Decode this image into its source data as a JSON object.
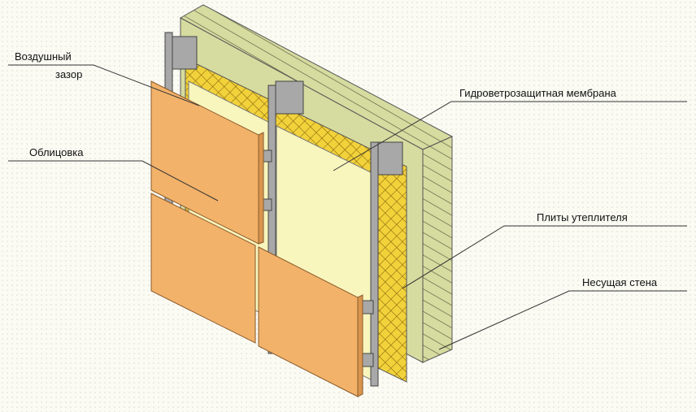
{
  "labels": {
    "air_gap_1": "Воздушный",
    "air_gap_2": "зазор",
    "cladding": "Облицовка",
    "membrane": "Гидроветрозащитная мембрана",
    "insulation": "Плиты утеплителя",
    "wall": "Несущая стена"
  },
  "colors": {
    "wall": "#d6dba0",
    "insulation": "#f2d23a",
    "membrane": "#f8f5bd",
    "cladding": "#f2b26a",
    "rail": "#a8a8a8"
  }
}
